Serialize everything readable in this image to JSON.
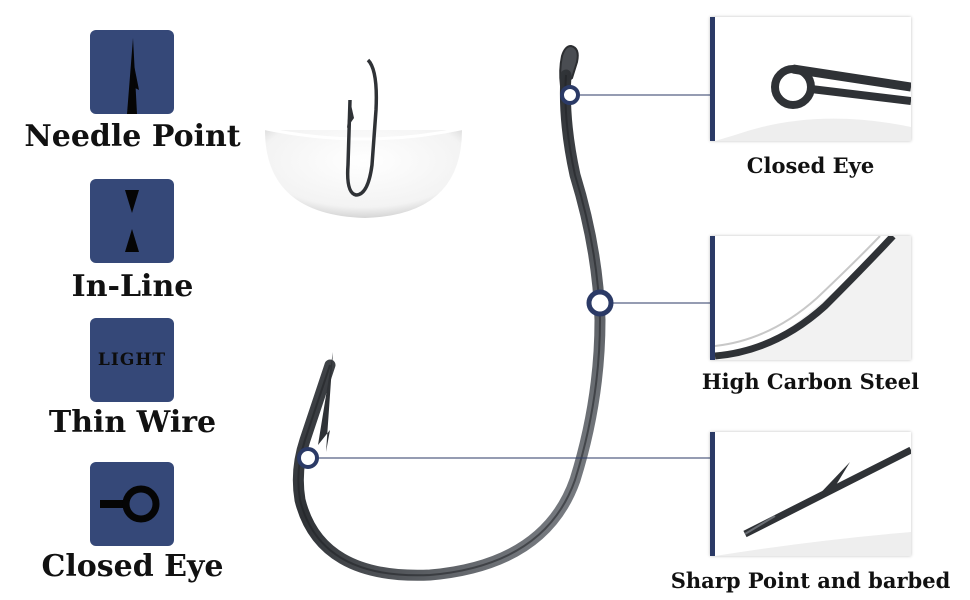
{
  "features": [
    {
      "label": "Needle Point",
      "icon": "needle-icon"
    },
    {
      "label": "In-Line",
      "icon": "inline-arrows-icon"
    },
    {
      "label": "Thin Wire",
      "icon": "light-text-icon",
      "icon_text": "LIGHT"
    },
    {
      "label": "Closed Eye",
      "icon": "closed-eye-icon"
    }
  ],
  "details": [
    {
      "caption": "Closed Eye"
    },
    {
      "caption": "High Carbon Steel"
    },
    {
      "caption": "Sharp Point and barbed"
    }
  ],
  "colors": {
    "icon_bg": "#354878",
    "marker": "#2b3a66",
    "hook_metal": "#3a3d42"
  }
}
